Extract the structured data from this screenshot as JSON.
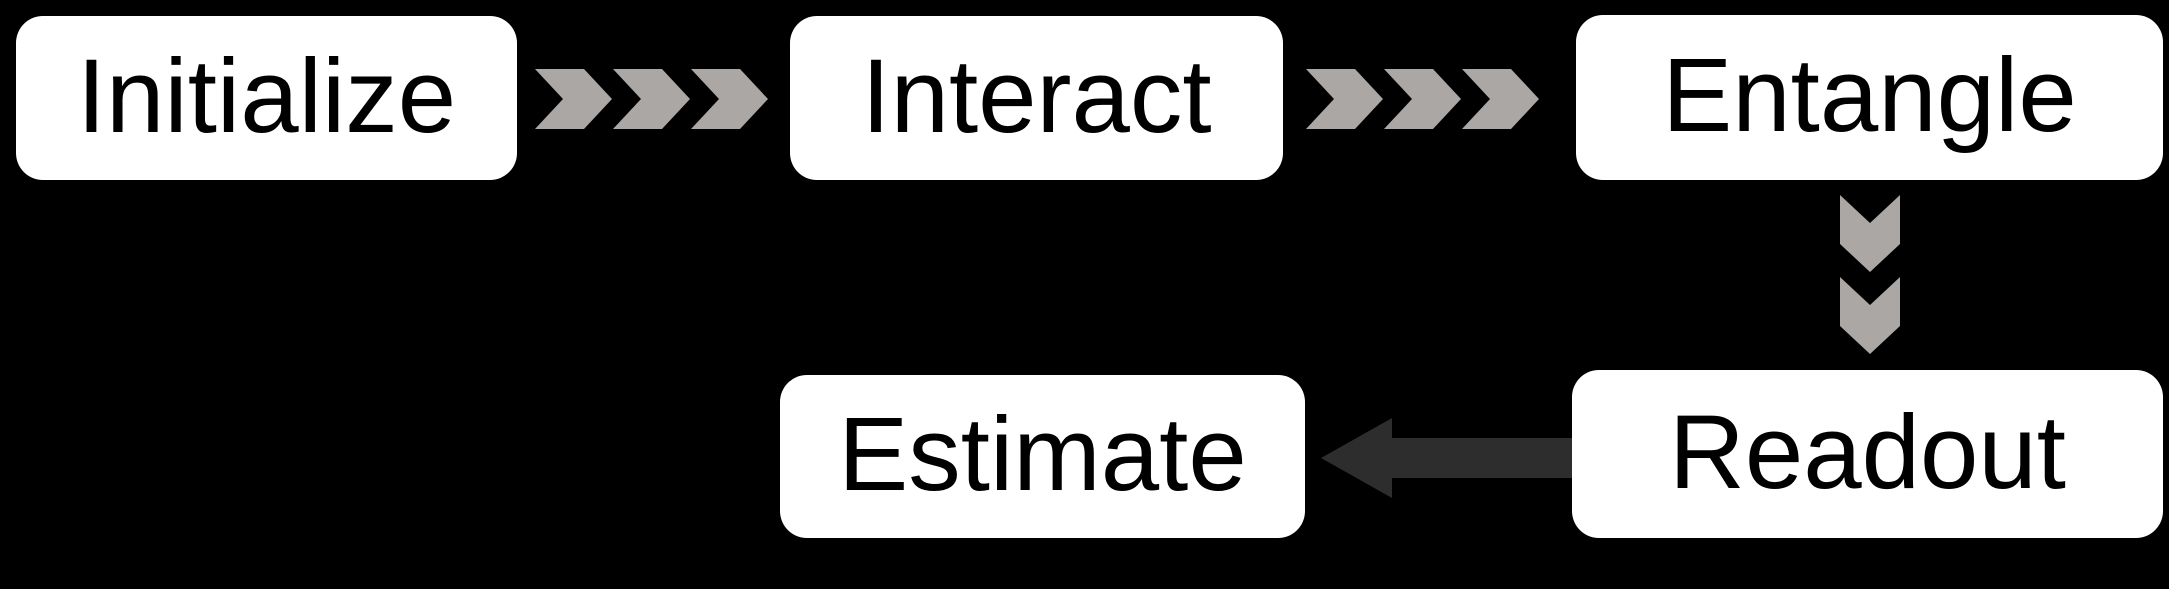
{
  "diagram": {
    "type": "flowchart",
    "colors": {
      "background": "#000000",
      "node_fill": "#ffffff",
      "node_text": "#000000",
      "chevron": "#aaa7a5",
      "arrow": "#2d2d2d"
    },
    "nodes": [
      {
        "id": "initialize",
        "label": "Initialize"
      },
      {
        "id": "interact",
        "label": "Interact"
      },
      {
        "id": "entangle",
        "label": "Entangle"
      },
      {
        "id": "estimate",
        "label": "Estimate"
      },
      {
        "id": "readout",
        "label": "Readout"
      }
    ],
    "connectors": [
      {
        "from": "Initialize",
        "to": "Interact",
        "type": "triple-chevron",
        "direction": "right"
      },
      {
        "from": "Interact",
        "to": "Entangle",
        "type": "triple-chevron",
        "direction": "right"
      },
      {
        "from": "Entangle",
        "to": "Readout",
        "type": "double-chevron",
        "direction": "down"
      },
      {
        "from": "Readout",
        "to": "Estimate",
        "type": "block-arrow",
        "direction": "left"
      }
    ]
  }
}
